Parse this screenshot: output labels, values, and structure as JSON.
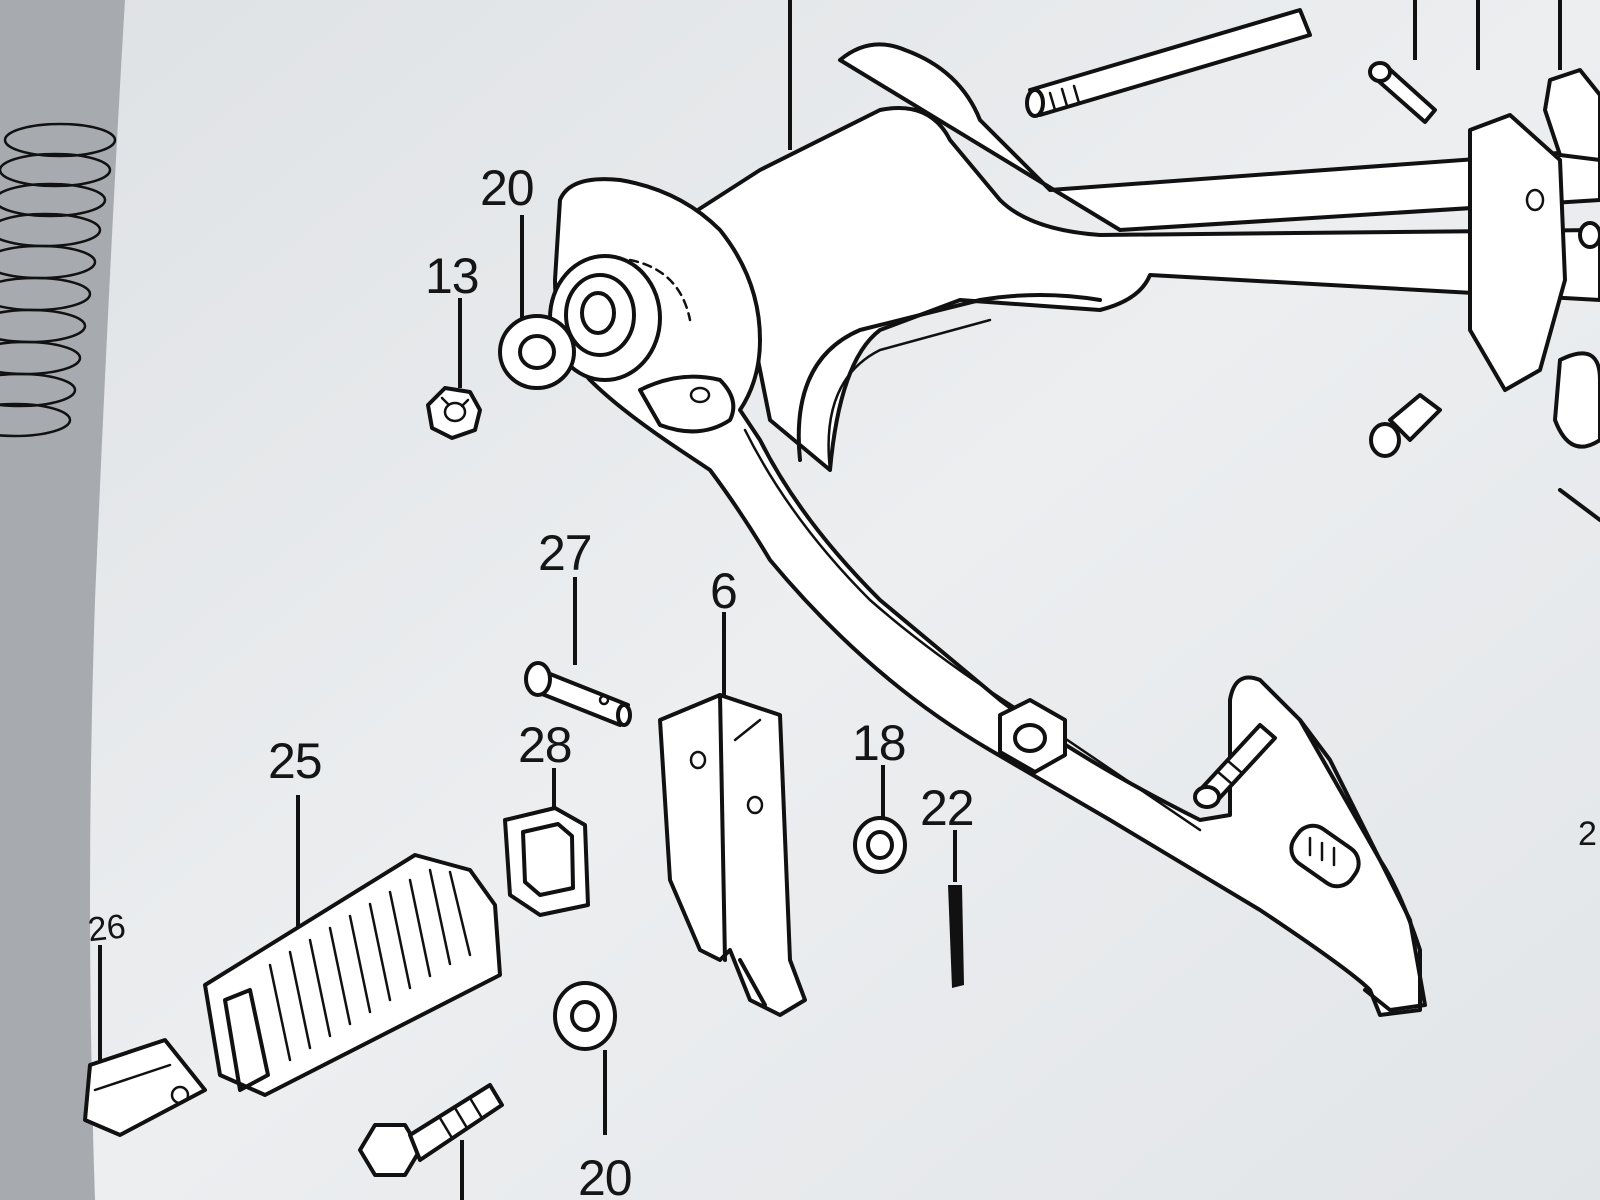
{
  "colors": {
    "paper": "#e8eaec",
    "page_edge": "#9ea3a8",
    "ink": "#111111"
  },
  "callouts": {
    "c20_top": "20",
    "c13": "13",
    "c27": "27",
    "c6": "6",
    "c28": "28",
    "c25": "25",
    "c18": "18",
    "c22": "22",
    "c26": "26",
    "c20_bottom": "20",
    "c_edge_right": "2"
  }
}
